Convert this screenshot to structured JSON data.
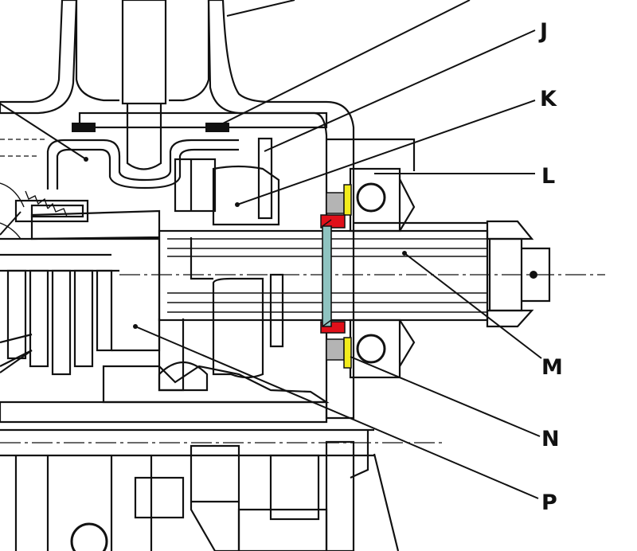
{
  "figure": {
    "labels": [
      {
        "id": "J",
        "text": "J"
      },
      {
        "id": "K",
        "text": "K"
      },
      {
        "id": "L",
        "text": "L"
      },
      {
        "id": "M",
        "text": "M"
      },
      {
        "id": "N",
        "text": "N"
      },
      {
        "id": "P",
        "text": "P"
      }
    ]
  },
  "colors": {
    "ink": "#111111",
    "paper": "#ffffff",
    "seal_teal": "#8ec3c0",
    "seal_red": "#e0101a",
    "seal_grey": "#b4b4b4",
    "seal_yellow": "#f2ec1c"
  }
}
